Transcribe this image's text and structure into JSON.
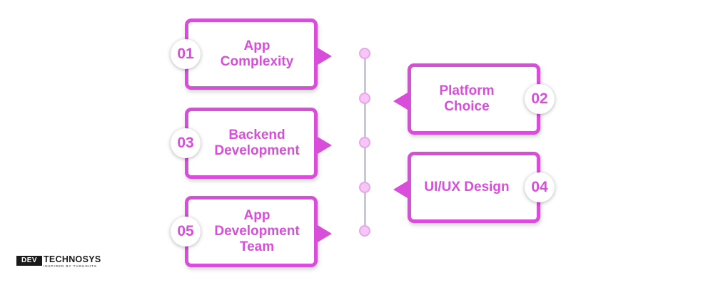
{
  "diagram": {
    "steps": [
      {
        "number": "01",
        "label": "App\nComplexity"
      },
      {
        "number": "02",
        "label": "Platform\nChoice"
      },
      {
        "number": "03",
        "label": "Backend\nDevelopment"
      },
      {
        "number": "04",
        "label": "UI/UX Design"
      },
      {
        "number": "05",
        "label": "App\nDevelopment\nTeam"
      }
    ]
  },
  "logo": {
    "badge": "DEV",
    "name": "TECHNOSYS",
    "tagline": "INSPIRED BY THOUGHTS"
  },
  "colors": {
    "accent": "#d84dda",
    "dot_fill": "#f7c6f7",
    "timeline": "#c8c8d4"
  }
}
